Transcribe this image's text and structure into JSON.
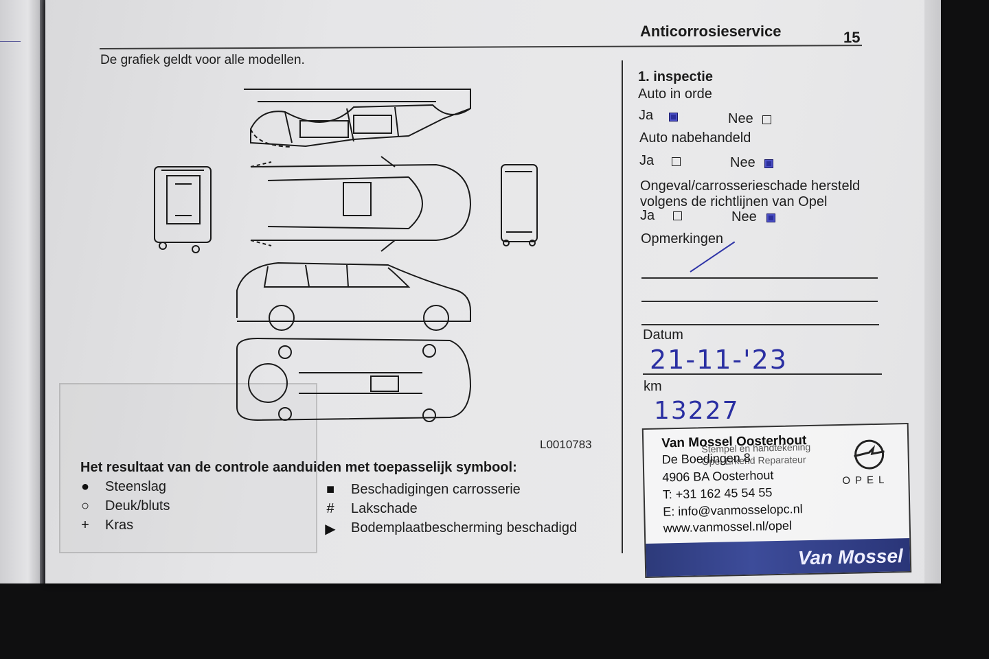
{
  "header": {
    "title": "Anticorrosieservice",
    "page_number": "15"
  },
  "intro_text": "De grafiek geldt voor alle modellen.",
  "diagram_code": "L0010783",
  "legend": {
    "title": "Het resultaat van de controle aanduiden met toepasselijk symbool:",
    "items_left": [
      {
        "symbol": "●",
        "label": "Steenslag"
      },
      {
        "symbol": "○",
        "label": "Deuk/bluts"
      },
      {
        "symbol": "+",
        "label": "Kras"
      }
    ],
    "items_right": [
      {
        "symbol": "■",
        "label": "Beschadigingen carrosserie"
      },
      {
        "symbol": "#",
        "label": "Lakschade"
      },
      {
        "symbol": "▶",
        "label": "Bodemplaatbescherming beschadigd"
      }
    ]
  },
  "inspection": {
    "heading": "1. inspectie",
    "q1": {
      "label": "Auto in orde",
      "ja": "Ja",
      "nee": "Nee",
      "answer": "ja"
    },
    "q2": {
      "label": "Auto nabehandeld",
      "ja": "Ja",
      "nee": "Nee",
      "answer": "nee"
    },
    "q3": {
      "label_line1": "Ongeval/carrosserieschade hersteld",
      "label_line2": "volgens de richtlijnen van Opel",
      "ja": "Ja",
      "nee": "Nee",
      "answer": "nee"
    },
    "remarks_label": "Opmerkingen",
    "date_label": "Datum",
    "date_value": "21-11-'23",
    "km_label": "km",
    "km_value": "13227"
  },
  "stamp": {
    "name": "Van Mossel Oosterhout",
    "address1": "De Boedingen 8",
    "address2": "4906 BA Oosterhout",
    "phone": "T: +31 162 45 54 55",
    "email": "E: info@vanmosselopc.nl",
    "web": "www.vanmossel.nl/opel",
    "brand": "Van Mossel",
    "logo_text": "OPEL",
    "underlay1": "Stempel en handtekening",
    "underlay2": "Opel Erkend Reparateur"
  },
  "colors": {
    "ink": "#2a2fa2",
    "page": "#e6e6e8",
    "stamp_bar": "#2d3a7a"
  }
}
